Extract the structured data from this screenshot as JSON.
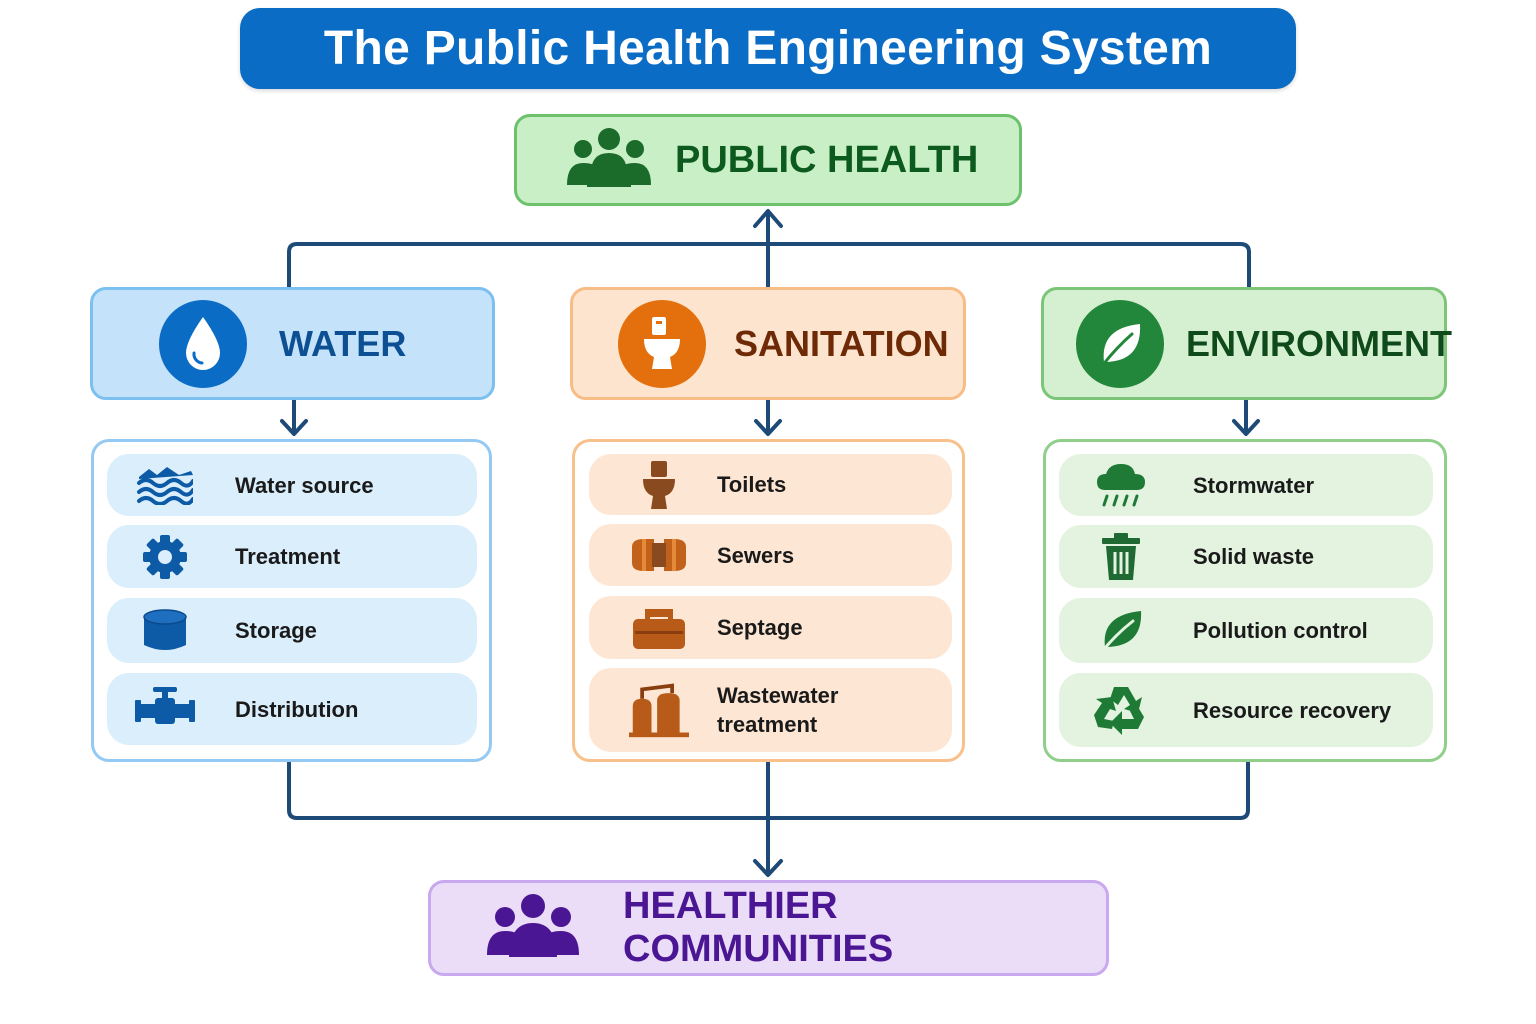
{
  "title": "The Public Health Engineering System",
  "public_health": {
    "label": "PUBLIC HEALTH",
    "icon": "people-group-icon"
  },
  "communities": {
    "label": "HEALTHIER COMMUNITIES",
    "icon": "people-group-icon"
  },
  "colors": {
    "title_bg": "#0a6cc4",
    "connector": "#1e4a78",
    "water": "#0a6cc4",
    "sanitation": "#e3700d",
    "environment": "#23873b",
    "communities": "#4b1694"
  },
  "categories": {
    "water": {
      "label": "WATER",
      "icon": "water-drop-icon",
      "items": [
        {
          "label": "Water source",
          "icon": "waves-icon"
        },
        {
          "label": "Treatment",
          "icon": "gear-icon"
        },
        {
          "label": "Storage",
          "icon": "tank-icon"
        },
        {
          "label": "Distribution",
          "icon": "pipe-valve-icon"
        }
      ]
    },
    "sanitation": {
      "label": "SANITATION",
      "icon": "toilet-icon",
      "items": [
        {
          "label": "Toilets",
          "icon": "toilet-icon"
        },
        {
          "label": "Sewers",
          "icon": "sewer-pipe-icon"
        },
        {
          "label": "Septage",
          "icon": "septic-tank-icon"
        },
        {
          "label": "Wastewater\ntreatment",
          "icon": "treatment-plant-icon"
        }
      ]
    },
    "environment": {
      "label": "ENVIRONMENT",
      "icon": "leaf-icon",
      "items": [
        {
          "label": "Stormwater",
          "icon": "rain-cloud-icon"
        },
        {
          "label": "Solid waste",
          "icon": "trash-bin-icon"
        },
        {
          "label": "Pollution control",
          "icon": "leaf-icon"
        },
        {
          "label": "Resource recovery",
          "icon": "recycle-icon"
        }
      ]
    }
  }
}
